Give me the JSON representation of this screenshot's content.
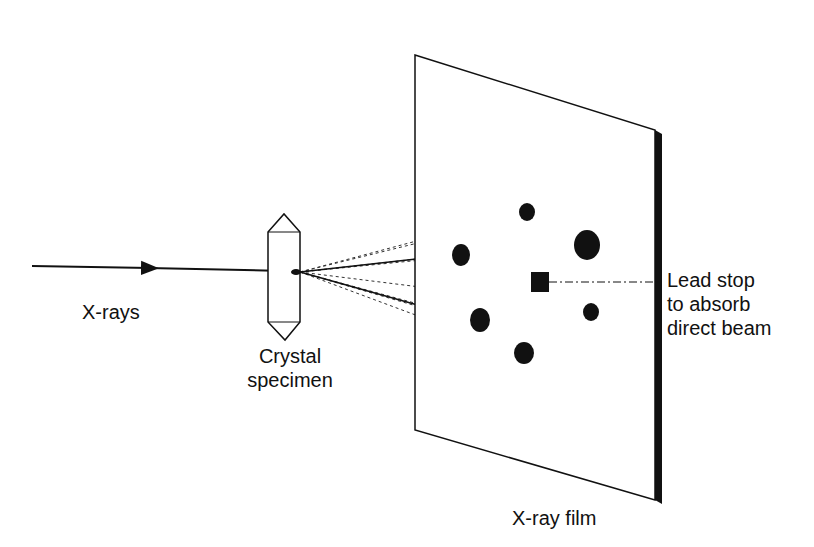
{
  "diagram": {
    "labels": [
      "X-rays",
      "Crystal specimen",
      "X-ray film",
      "Lead stop to absorb direct beam"
    ]
  }
}
